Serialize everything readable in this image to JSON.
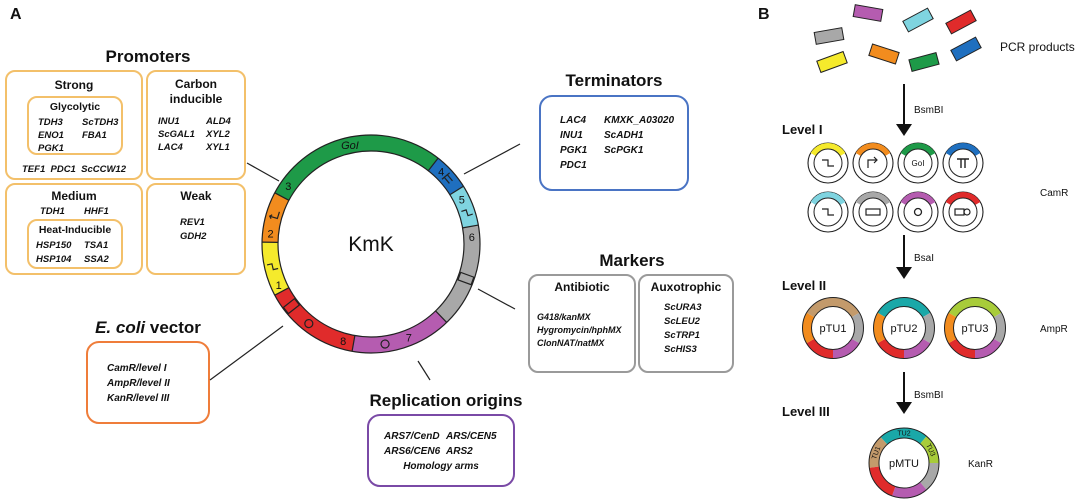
{
  "panel_labels": {
    "a": "A",
    "b": "B"
  },
  "promoters": {
    "title": "Promoters",
    "strong": {
      "title": "Strong",
      "glycolytic": {
        "title": "Glycolytic",
        "col1": [
          "TDH3",
          "ENO1",
          "PGK1"
        ],
        "col2": [
          "ScTDH3",
          "FBA1"
        ]
      },
      "extra": "TEF1  PDC1  ScCCW12"
    },
    "carbon": {
      "title_line1": "Carbon",
      "title_line2": "inducible",
      "col1": [
        "INU1",
        "ScGAL1",
        "LAC4"
      ],
      "col2": [
        "ALD4",
        "XYL2",
        "XYL1"
      ]
    },
    "medium": {
      "title": "Medium",
      "row": [
        "TDH1",
        "HHF1"
      ],
      "heat": {
        "title": "Heat-Inducible",
        "col1": [
          "HSP150",
          "HSP104"
        ],
        "col2": [
          "TSA1",
          "SSA2"
        ]
      }
    },
    "weak": {
      "title": "Weak",
      "items": [
        "REV1",
        "GDH2"
      ]
    }
  },
  "terminators": {
    "title": "Terminators",
    "col1": [
      "LAC4",
      "INU1",
      "PGK1",
      "PDC1"
    ],
    "col2": [
      "KMXK_A03020",
      "ScADH1",
      "ScPGK1"
    ]
  },
  "markers": {
    "title": "Markers",
    "antibiotic": {
      "title": "Antibiotic",
      "items": [
        "G418/kanMX",
        "Hygromycin/hphMX",
        "ClonNAT/natMX"
      ]
    },
    "auxotrophic": {
      "title": "Auxotrophic",
      "items": [
        "ScURA3",
        "ScLEU2",
        "ScTRP1",
        "ScHIS3"
      ]
    }
  },
  "ecoli": {
    "title_italic": "E. coli",
    "title_rest": " vector",
    "items": [
      "CamR/level I",
      "AmpR/level II",
      "KanR/level III"
    ]
  },
  "origins": {
    "title": "Replication origins",
    "row1a": "ARS7/CenD",
    "row1b": "ARS/CEN5",
    "row2a": "ARS6/CEN6",
    "row2b": "ARS2",
    "row3": "Homology arms"
  },
  "plasmid": {
    "name": "KmK",
    "gene_label": "GoI",
    "segments": [
      {
        "num": "1",
        "color": "#f5ea2c"
      },
      {
        "num": "2",
        "color": "#f28c1e"
      },
      {
        "num": "3",
        "color": "#1e9a48"
      },
      {
        "num": "4",
        "color": "#1f6fbf"
      },
      {
        "num": "5",
        "color": "#7fd4e0"
      },
      {
        "num": "6",
        "color": "#a8a8a8"
      },
      {
        "num": "7",
        "color": "#b55cb0"
      },
      {
        "num": "8",
        "color": "#e02b2b"
      }
    ]
  },
  "panel_b": {
    "pcr_label": "PCR products",
    "enzyme1": "BsmBI",
    "level1": "Level I",
    "camr": "CamR",
    "gene_small": "GoI",
    "enzyme2": "BsaI",
    "level2": "Level II",
    "tus": [
      "pTU1",
      "pTU2",
      "pTU3"
    ],
    "ampr": "AmpR",
    "enzyme3": "BsmBI",
    "level3": "Level III",
    "mtu": "pMTU",
    "mtu_arcs": [
      "TU1",
      "TU2",
      "TU3"
    ],
    "kanr": "KanR"
  },
  "colors": {
    "promoter_box": "#f3c06a",
    "terminator_box": "#4a74c4",
    "marker_box": "#9a9a9a",
    "ecoli_box": "#ef7d3a",
    "origin_box": "#7a4aa6"
  }
}
